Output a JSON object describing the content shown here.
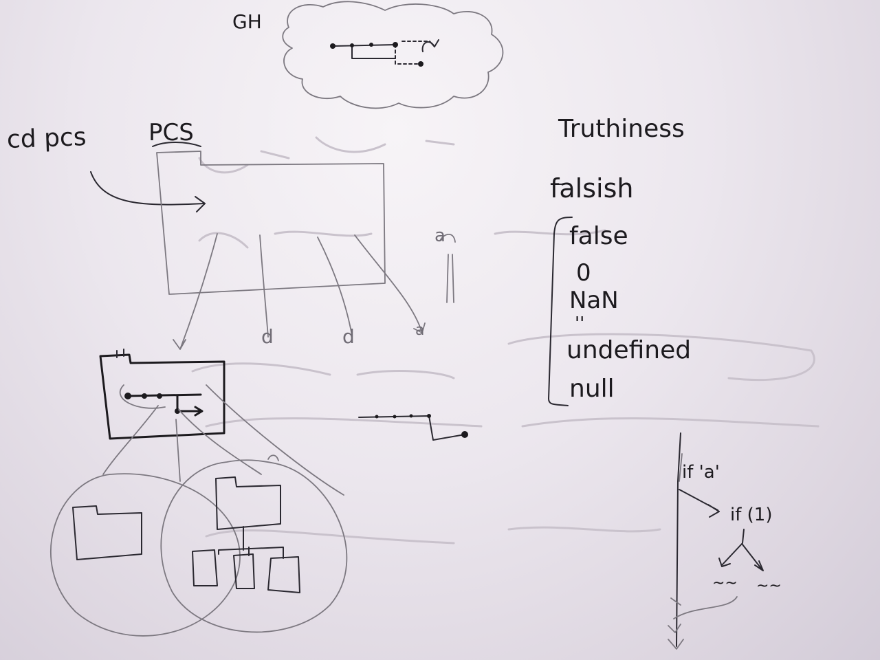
{
  "labels": {
    "gh": "GH",
    "cd_pcs": "cd pcs",
    "pcs": "PCS",
    "truthiness_title": "Truthiness",
    "falsish_heading": "falsish"
  },
  "falsish_values": [
    "false",
    "0",
    "NaN",
    "''",
    "undefined",
    "null"
  ],
  "flow_diagram": {
    "if_a": "if 'a'",
    "if_1": "if (1)",
    "branch_left": "~~",
    "branch_right": "~~"
  },
  "arrow_labels": [
    "a",
    "d",
    "d",
    "a"
  ],
  "colors": {
    "ink": "#1c1a1e",
    "faint_ink": "#7c7880",
    "board": "#ece7ee"
  }
}
